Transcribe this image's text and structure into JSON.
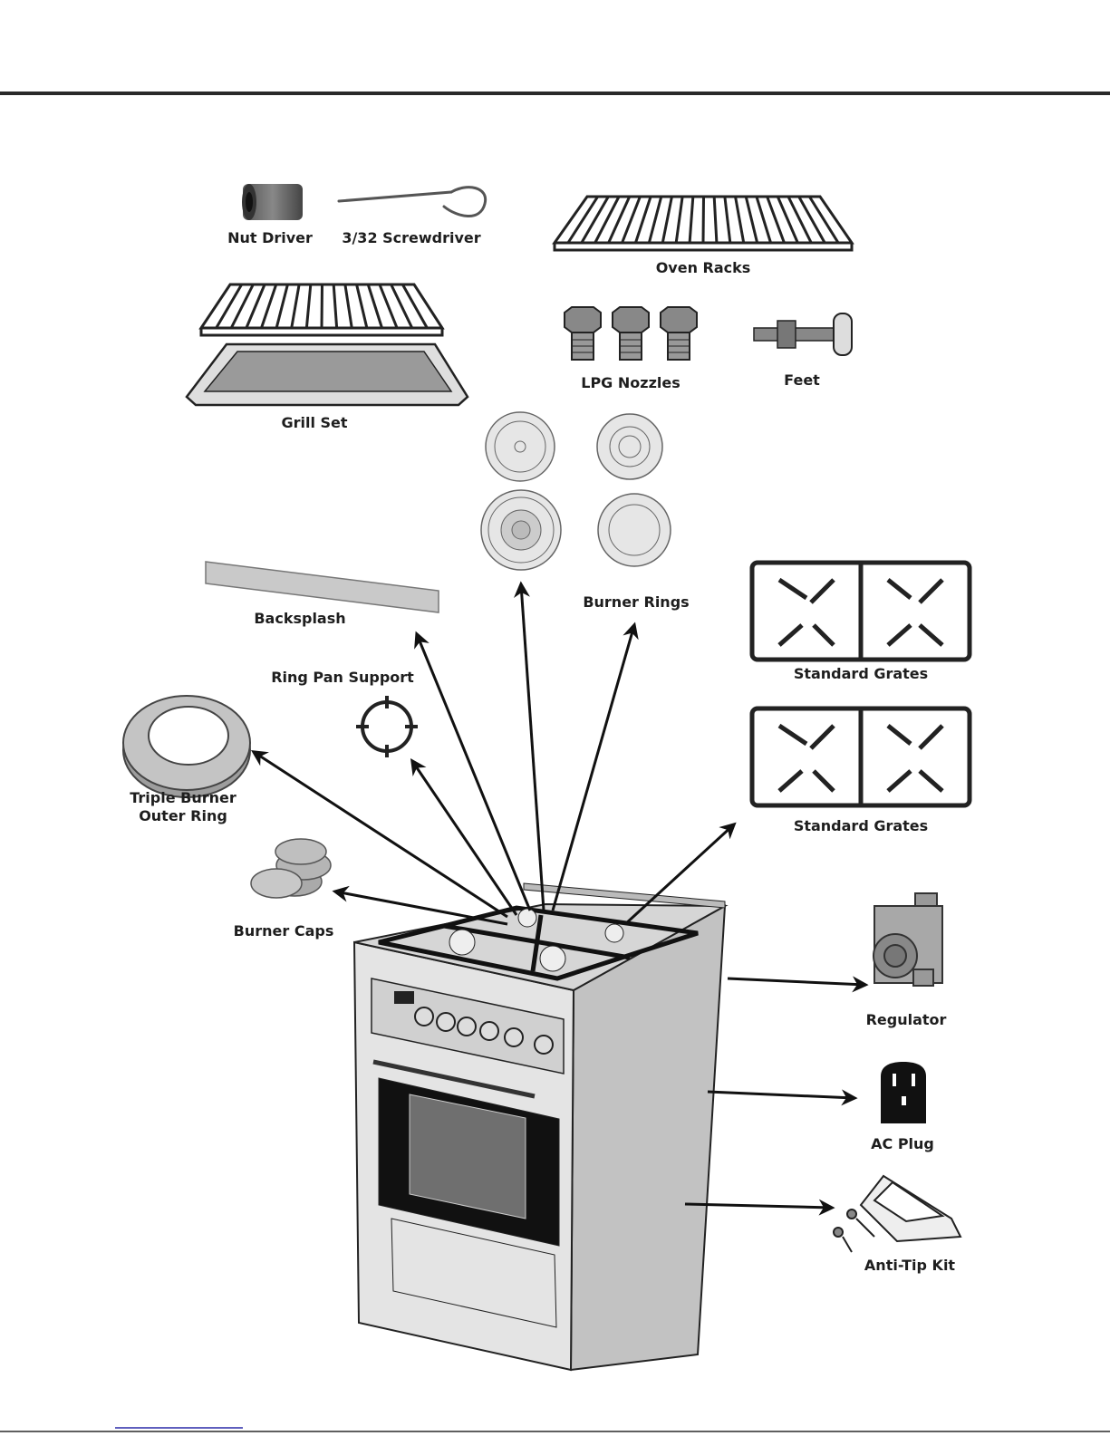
{
  "parts": {
    "nut_driver": "Nut Driver",
    "screwdriver": "3/32 Screwdriver",
    "oven_racks": "Oven Racks",
    "grill_set": "Grill Set",
    "lpg_nozzles": "LPG Nozzles",
    "feet": "Feet",
    "burner_rings": "Burner Rings",
    "backsplash": "Backsplash",
    "ring_pan_support": "Ring Pan Support",
    "standard_grates_1": "Standard Grates",
    "standard_grates_2": "Standard Grates",
    "triple_burner_outer_ring_line1": "Triple Burner",
    "triple_burner_outer_ring_line2": "Outer Ring",
    "burner_caps": "Burner Caps",
    "regulator": "Regulator",
    "ac_plug": "AC Plug",
    "anti_tip_kit": "Anti-Tip Kit"
  },
  "colors": {
    "ink": "#1e1e1e",
    "part_gray": "#c8c8c8",
    "metal_light": "#e2e2e2",
    "metal_mid": "#bdbdbd",
    "rule_line": "#2a2a2a",
    "footer_link": "#2a2aa8"
  }
}
